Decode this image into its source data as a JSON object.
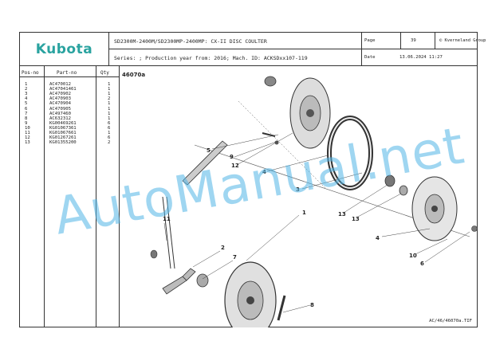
{
  "brand": {
    "logo_text": "Kubota",
    "logo_color": "#2aa3a0"
  },
  "header": {
    "title": "SD2300M-2400M/SD2300MP-2400MP: CX-II DISC COULTER",
    "page_label": "Page",
    "page_number": "39",
    "copyright": "© Kverneland Group",
    "series": "Series: ; Production year from: 2016; Mach. ID: ACKSDxx107-119",
    "date_label": "Date",
    "date_value": "13.06.2024  11:27"
  },
  "table": {
    "col_pos": "Pos-no",
    "col_part": "Part-no",
    "col_qty": "Qty",
    "rows": [
      {
        "pos": "1",
        "part": "AC470012",
        "qty": "1"
      },
      {
        "pos": "2",
        "part": "AC47041461",
        "qty": "1"
      },
      {
        "pos": "3",
        "part": "AC470902",
        "qty": "1"
      },
      {
        "pos": "4",
        "part": "AC470903",
        "qty": "2"
      },
      {
        "pos": "5",
        "part": "AC470904",
        "qty": "1"
      },
      {
        "pos": "6",
        "part": "AC470905",
        "qty": "1"
      },
      {
        "pos": "7",
        "part": "AC497460",
        "qty": "1"
      },
      {
        "pos": "8",
        "part": "AC632312",
        "qty": "1"
      },
      {
        "pos": "9",
        "part": "KG00469261",
        "qty": "6"
      },
      {
        "pos": "10",
        "part": "KG01067361",
        "qty": "6"
      },
      {
        "pos": "11",
        "part": "KG01067661",
        "qty": "1"
      },
      {
        "pos": "12",
        "part": "KG01267261",
        "qty": "6"
      },
      {
        "pos": "13",
        "part": "KG01355200",
        "qty": "2"
      }
    ]
  },
  "drawing": {
    "figure_id": "46070a",
    "callouts": [
      "5",
      "9",
      "12",
      "4",
      "3",
      "13",
      "13",
      "4",
      "10",
      "6",
      "11",
      "2",
      "7",
      "1",
      "8"
    ]
  },
  "watermark": "AutoManual.net",
  "footer_ref": "AC/46/46070a.TIF"
}
